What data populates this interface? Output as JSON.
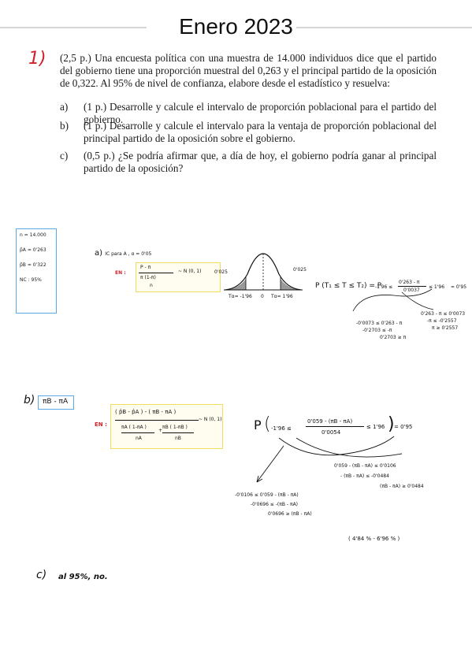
{
  "page": {
    "title": "Enero 2023"
  },
  "question": {
    "number": "1)",
    "statement": "(2,5 p.) Una encuesta política con una muestra de 14.000 individuos dice que el partido del gobierno tiene una proporción muestral del 0,263 y el principal partido de la oposición de 0,322. Al 95% de nivel de confianza, elabore desde el estadístico y resuelva:",
    "items": [
      {
        "label": "a)",
        "text": "(1 p.) Desarrolle y calcule el intervalo de proporción poblacional para el partido del gobierno."
      },
      {
        "label": "b)",
        "text": "(1 p.) Desarrolle y calcule el intervalo para la ventaja de proporción poblacional del principal partido de la oposición sobre el gobierno."
      },
      {
        "label": "c)",
        "text": "(0,5 p.) ¿Se podría afirmar que, a día de hoy, el gobierno podría ganar al principal partido de la oposición?"
      }
    ]
  },
  "notes": {
    "given": [
      "n = 14.000",
      "p̂A = 0'263",
      "p̂B = 0'322",
      "NC : 95%"
    ],
    "part_a": {
      "label": "a)",
      "heading": "IC para A ,  α = 0'05",
      "stat_label": "EN :",
      "stat_num": "P - π",
      "stat_den_top": "π (1-π)",
      "stat_den_bot": "n",
      "stat_dist": "~ N (0, 1)",
      "tail_left": "0'025",
      "tail_right": "0'025",
      "axis_left": "Tα= -1'96",
      "axis_mid": "0",
      "axis_right": "Tα= 1'96",
      "prob_left": "P (T₁ ≤ T ≤ T₂) = P",
      "prob_inner_left": "-1'96 ≤",
      "prob_inner_num": "0'263 - π",
      "prob_inner_den": "0'0037",
      "prob_inner_right": "≤ 1'96",
      "prob_result": "= 0'95",
      "steps_right": [
        "0'263 - π ≤ 0'0073",
        "-π ≤ -0'2557",
        "π ≥ 0'2557"
      ],
      "steps_left": [
        "-0'0073 ≤ 0'263 - π",
        "-0'2703 ≤ -π",
        "0'2703 ≥ π"
      ]
    },
    "part_b": {
      "label": "b)",
      "boxed": "πB - πA",
      "stat_label": "EN :",
      "stat_num": "( p̂B - p̂A ) - ( πB - πA )",
      "stat_den_a": "πA ( 1-πA )",
      "stat_den_na": "nA",
      "stat_den_b": "πB ( 1-πB )",
      "stat_den_nb": "nB",
      "stat_dist": "~ N (0, 1)",
      "prob_left": "P",
      "prob_inner_left": "-1'96 ≤",
      "prob_inner_num": "0'059 - (πB - πA)",
      "prob_inner_den": "0'0054",
      "prob_inner_right": "≤ 1'96",
      "prob_result": "= 0'95",
      "steps_right": [
        "0'059 - (πB - πA) ≤ 0'0106",
        "- (πB - πA) ≤ -0'0484",
        "(πB - πA) ≥ 0'0484"
      ],
      "steps_left": [
        "-0'0106 ≤ 0'059 - (πB - πA)",
        "-0'0696 ≤ -(πB - πA)",
        "0'0696 ≥ (πB - πA)"
      ],
      "interval": "( 4'84 % - 6'96 % )"
    },
    "part_c": {
      "label": "c)",
      "answer": "al 95%, no."
    }
  },
  "colors": {
    "question_number": "#d0202a",
    "highlight_box": "#f2dc5d",
    "given_box": "#5aa9e6",
    "curve_shading": "#9a9a9a"
  }
}
